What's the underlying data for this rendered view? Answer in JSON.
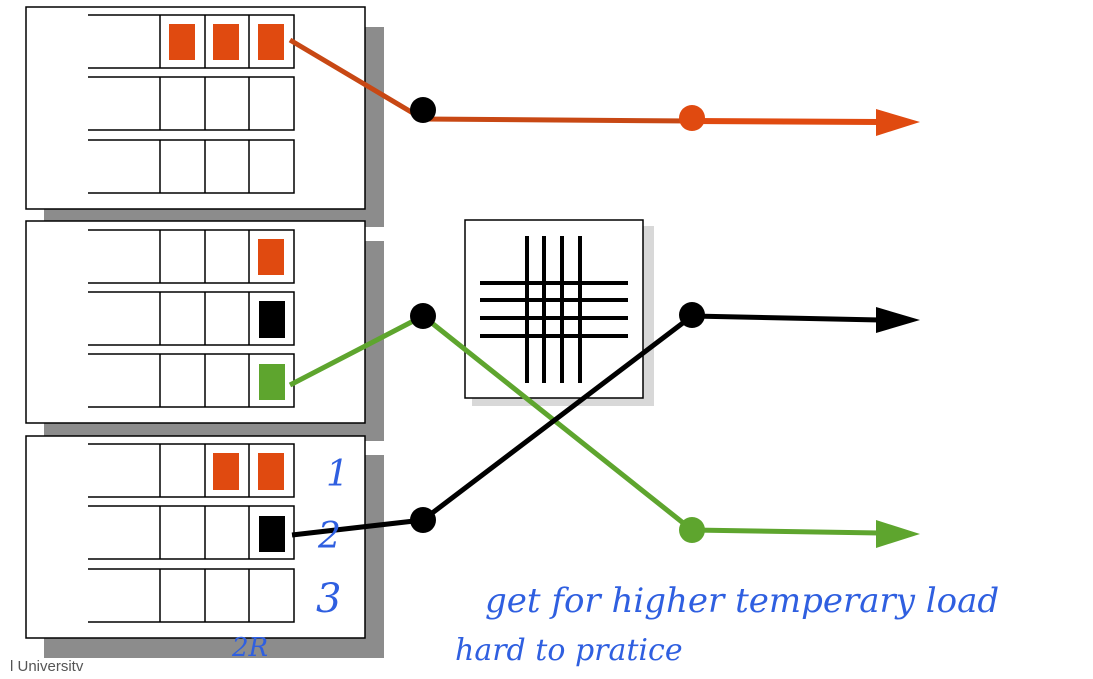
{
  "colors": {
    "orange": "#e04a10",
    "orange_wire": "#c84814",
    "green": "#5ea52e",
    "black": "#000000",
    "shadow": "#8c8c8c",
    "annotation": "#2f5fe0"
  },
  "annotations": {
    "row1": "1",
    "row2": "2",
    "row3": "3",
    "bottom_label": "2R",
    "note_line1": "get for higher temperary load",
    "note_line2": "hard to pratice"
  },
  "footer": {
    "text": "l Universitv"
  },
  "diagram": {
    "input_buffers": [
      {
        "queues": [
          [
            "empty",
            "orange",
            "orange",
            "orange"
          ],
          [
            "empty",
            "empty",
            "empty",
            "empty"
          ],
          [
            "empty",
            "empty",
            "empty",
            "empty"
          ]
        ]
      },
      {
        "queues": [
          [
            "empty",
            "empty",
            "empty",
            "orange"
          ],
          [
            "empty",
            "empty",
            "empty",
            "black"
          ],
          [
            "empty",
            "empty",
            "empty",
            "green"
          ]
        ]
      },
      {
        "queues": [
          [
            "empty",
            "empty",
            "orange",
            "orange"
          ],
          [
            "empty",
            "empty",
            "empty",
            "black"
          ],
          [
            "empty",
            "empty",
            "empty",
            "empty"
          ]
        ]
      }
    ],
    "switch_fabric_icon": "crossbar-icon",
    "paths": [
      {
        "color": "orange",
        "from": "input-1 queue-1",
        "to": "output-1"
      },
      {
        "color": "green",
        "from": "input-2 queue-3",
        "to": "output-3"
      },
      {
        "color": "black",
        "from": "input-3 queue-2",
        "to": "output-2"
      }
    ]
  }
}
